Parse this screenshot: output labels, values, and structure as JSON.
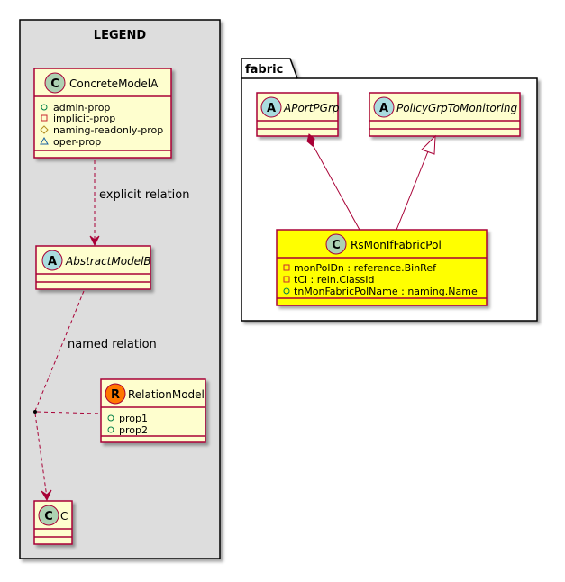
{
  "legend": {
    "title": "LEGEND",
    "concrete_model": {
      "stereotype_letter": "C",
      "name": "ConcreteModelA",
      "props": [
        {
          "vis": "+",
          "name": "admin-prop"
        },
        {
          "vis": "-",
          "name": "implicit-prop"
        },
        {
          "vis": "#",
          "name": "naming-readonly-prop"
        },
        {
          "vis": "~",
          "name": "oper-prop"
        }
      ]
    },
    "explicit_relation_label": "explicit relation",
    "abstract_model": {
      "stereotype_letter": "A",
      "name": "AbstractModelB"
    },
    "named_relation_label": "named relation",
    "relation_model": {
      "stereotype_letter": "R",
      "name": "RelationModel",
      "props": [
        {
          "vis": "+",
          "name": "prop1"
        },
        {
          "vis": "+",
          "name": "prop2"
        }
      ]
    },
    "c_model": {
      "stereotype_letter": "C",
      "name": "C"
    }
  },
  "fabric": {
    "package_name": "fabric",
    "aportpgrp": {
      "stereotype_letter": "A",
      "name": "APortPGrp"
    },
    "policygrp": {
      "stereotype_letter": "A",
      "name": "PolicyGrpToMonitoring"
    },
    "rsmon": {
      "stereotype_letter": "C",
      "name": "RsMonIfFabricPol",
      "props": [
        {
          "vis": "-",
          "name": "monPolDn : reference.BinRef"
        },
        {
          "vis": "-",
          "name": "tCl : reln.ClassId"
        },
        {
          "vis": "+",
          "name": "tnMonFabricPolName : naming.Name"
        }
      ]
    }
  },
  "colors": {
    "class_fill": "#FEFECE",
    "class_border": "#A80036",
    "highlight_fill": "#FFFF00",
    "legend_bg": "#DDDDDD",
    "concrete_circle": "#ADD1B2",
    "abstract_circle": "#A9DCDF",
    "relation_circle": "#FF7700",
    "vis_public": "#038048",
    "vis_private": "#C82930",
    "vis_protected": "#B38D22",
    "vis_package": "#1963A0"
  }
}
